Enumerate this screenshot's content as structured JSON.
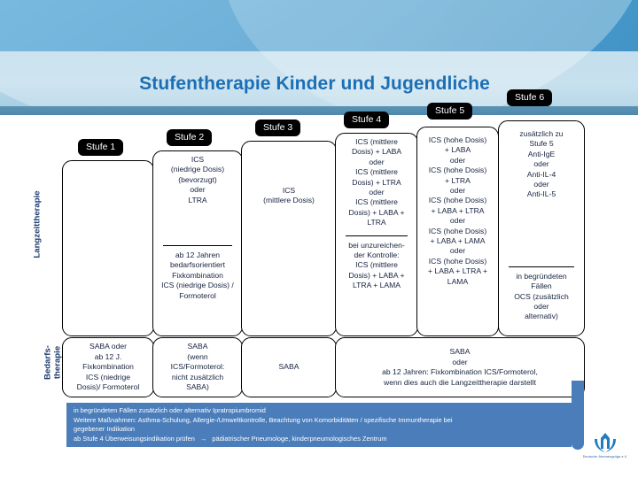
{
  "header": {
    "title": "Stufentherapie Kinder und Jugendliche",
    "band_top_color": "#2e8cc6",
    "band_pale_color": "#b6d7e9",
    "title_color": "#1c6fb5"
  },
  "side_labels": {
    "long_term": "Langzeittherapie",
    "on_demand_line1": "Bedarfs-",
    "on_demand_line2": "therapie"
  },
  "stage_tags": [
    {
      "label": "Stufe 1"
    },
    {
      "label": "Stufe 2"
    },
    {
      "label": "Stufe 3"
    },
    {
      "label": "Stufe 4"
    },
    {
      "label": "Stufe 5"
    },
    {
      "label": "Stufe 6"
    }
  ],
  "long_term": [
    {
      "stage": "Stufe 1",
      "primary": [],
      "secondary": []
    },
    {
      "stage": "Stufe 2",
      "primary": [
        "ICS",
        "(niedrige Dosis)",
        "(bevorzugt)",
        "oder",
        "LTRA"
      ],
      "secondary": [
        "ab 12 Jahren",
        "bedarfsorientiert",
        "Fixkombination",
        "ICS (niedrige Dosis) /",
        "Formoterol"
      ]
    },
    {
      "stage": "Stufe 3",
      "primary": [
        "ICS",
        "(mittlere Dosis)"
      ],
      "secondary": []
    },
    {
      "stage": "Stufe 4",
      "primary": [
        "ICS (mittlere",
        "Dosis) + LABA",
        "oder",
        "ICS (mittlere",
        "Dosis) + LTRA",
        "oder",
        "ICS (mittlere",
        "Dosis) + LABA +",
        "LTRA"
      ],
      "secondary": [
        "bei unzureichen-",
        "der Kontrolle:",
        "ICS (mittlere",
        "Dosis) + LABA +",
        "LTRA + LAMA"
      ]
    },
    {
      "stage": "Stufe 5",
      "primary": [
        "ICS (hohe Dosis)",
        "+ LABA",
        "oder",
        "ICS (hohe Dosis)",
        "+ LTRA",
        "oder",
        "ICS (hohe Dosis)",
        "+ LABA + LTRA",
        "oder",
        "ICS (hohe Dosis)",
        "+ LABA + LAMA",
        "oder",
        "ICS (hohe Dosis)",
        "+ LABA + LTRA +",
        "LAMA"
      ],
      "secondary": []
    },
    {
      "stage": "Stufe 6",
      "primary": [
        "zusätzlich zu",
        "Stufe 5",
        "Anti-IgE",
        "oder",
        "Anti-IL-4",
        "oder",
        "Anti-IL-5"
      ],
      "secondary": [
        "in begründeten",
        "Fällen",
        "OCS (zusätzlich",
        "oder",
        "alternativ)"
      ]
    }
  ],
  "on_demand": [
    {
      "stage": "Stufe 1",
      "lines": [
        "SABA oder",
        "ab 12 J.",
        "Fixkombination",
        "ICS (niedrige",
        "Dosis)/ Formoterol"
      ]
    },
    {
      "stage": "Stufe 2",
      "lines": [
        "SABA",
        "(wenn",
        "ICS/Formoterol:",
        "nicht zusätzlich",
        "SABA)"
      ]
    },
    {
      "stage": "Stufe 3",
      "lines": [
        "SABA"
      ]
    },
    {
      "stage": "Stufe 4-6",
      "lines": [
        "SABA",
        "oder",
        "ab 12 Jahren: Fixkombination ICS/Formoterol,",
        "wenn dies auch die Langzeittherapie darstellt"
      ]
    }
  ],
  "footnote": {
    "line1": "in begründeten Fällen zusätzlich oder alternativ Ipratropiumbromid",
    "line2": "Weitere Maßnahmen: Asthma-Schulung, Allergie-/Umweltkontrolle, Beachtung von Komorbiditäten / spezifische Immuntherapie bei",
    "line3": "gegebener Indikation",
    "line4a": "ab Stufe 4 Überweisungsindikation prüfen",
    "arrow": "→",
    "line4b": "pädiatrischer Pneumologe, kinderpneumologisches Zentrum",
    "bg_color": "#4a7dba",
    "text_color": "#ffffff"
  },
  "logo": {
    "name": "Deutsche Atemwegsliga e.V.",
    "color": "#1f7ec0"
  }
}
